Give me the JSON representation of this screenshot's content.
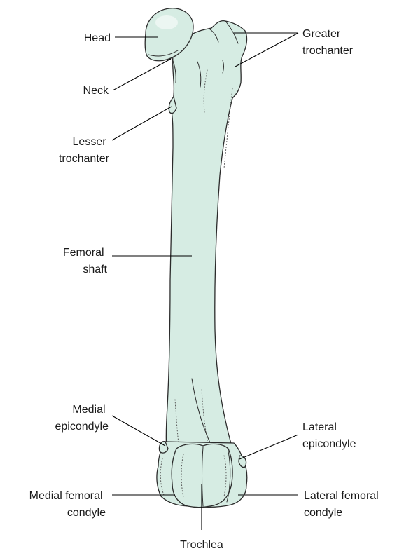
{
  "labels": {
    "head": "Head",
    "neck": "Neck",
    "lesser_trochanter": [
      "Lesser",
      "trochanter"
    ],
    "femoral_shaft": [
      "Femoral",
      "shaft"
    ],
    "medial_epicondyle": [
      "Medial",
      "epicondyle"
    ],
    "medial_femoral_condyle": [
      "Medial femoral",
      "condyle"
    ],
    "greater_trochanter": [
      "Greater",
      "trochanter"
    ],
    "lateral_epicondyle": [
      "Lateral",
      "epicondyle"
    ],
    "lateral_femoral_condyle": [
      "Lateral femoral",
      "condyle"
    ],
    "trochlea": "Trochlea"
  },
  "colors": {
    "bone_fill": "#d6ece3",
    "outline": "#2b2b2b",
    "label_text": "#1a1a1a"
  }
}
